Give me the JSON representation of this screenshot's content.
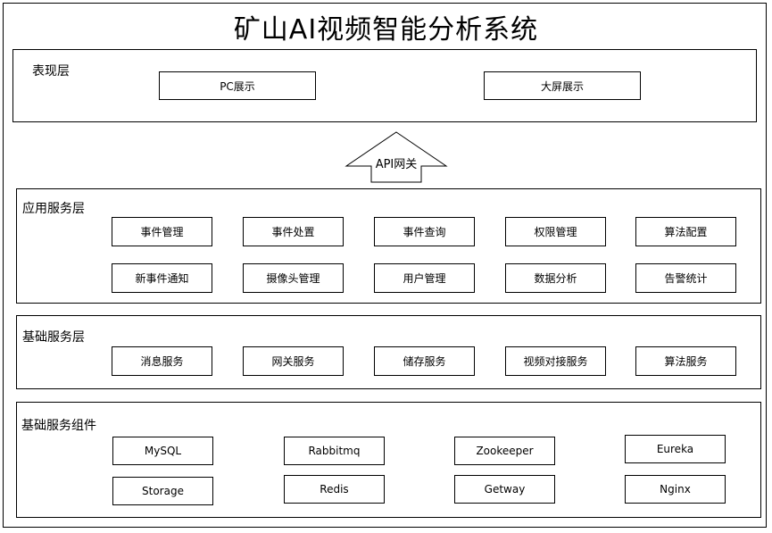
{
  "title": "矿山AI视频智能分析系统",
  "presentation": {
    "label": "表现层",
    "items": [
      "PC展示",
      "大屏展示"
    ]
  },
  "gateway": {
    "label": "API网关"
  },
  "app_layer": {
    "label": "应用服务层",
    "row1": [
      "事件管理",
      "事件处置",
      "事件查询",
      "权限管理",
      "算法配置"
    ],
    "row2": [
      "新事件通知",
      "摄像头管理",
      "用户管理",
      "数据分析",
      "告警统计"
    ]
  },
  "base_layer": {
    "label": "基础服务层",
    "items": [
      "消息服务",
      "网关服务",
      "储存服务",
      "视频对接服务",
      "算法服务"
    ]
  },
  "component_layer": {
    "label": "基础服务组件",
    "row1": [
      "MySQL",
      "Rabbitmq",
      "Zookeeper",
      "Eureka"
    ],
    "row2": [
      "Storage",
      "Redis",
      "Getway",
      "Nginx"
    ]
  }
}
